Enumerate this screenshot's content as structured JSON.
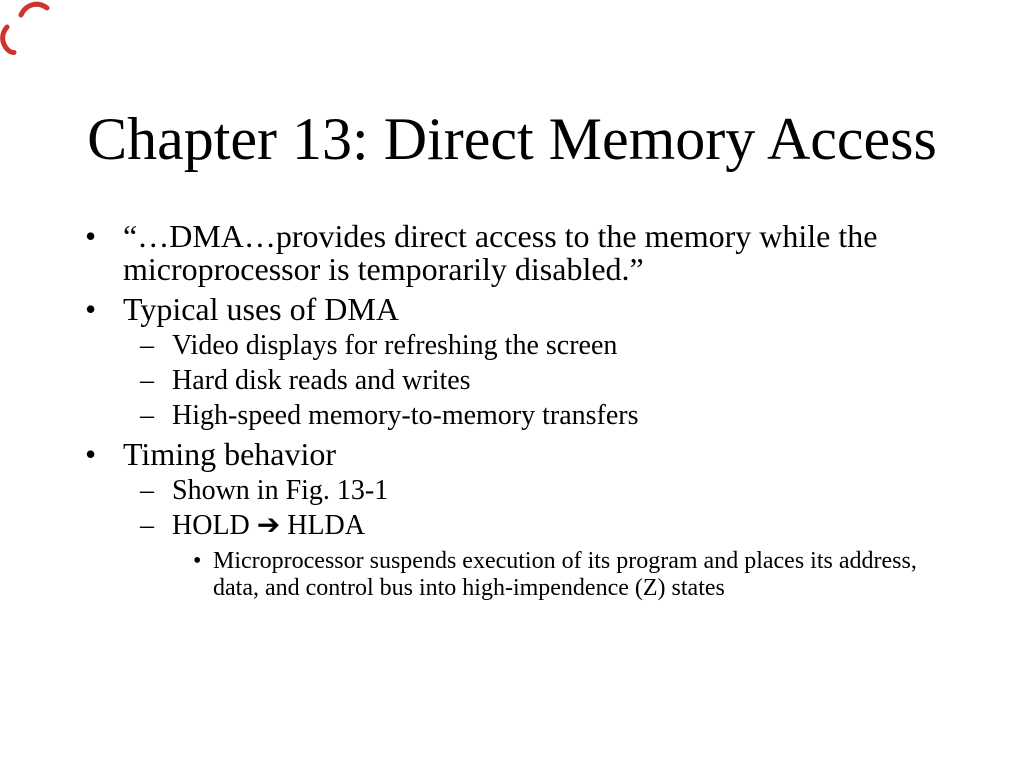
{
  "slide": {
    "background": "#ffffff",
    "text_color": "#000000",
    "watermark_color": "#d2322d",
    "title": "Chapter 13: Direct Memory Access",
    "bullets": [
      {
        "level": 1,
        "marker": "•",
        "text": "“…DMA…provides direct access to the memory while the microprocessor is temporarily disabled.”"
      },
      {
        "level": 1,
        "marker": "•",
        "text": "Typical uses of DMA"
      },
      {
        "level": 2,
        "marker": "–",
        "text": "Video displays for refreshing the screen"
      },
      {
        "level": 2,
        "marker": "–",
        "text": "Hard disk reads and writes"
      },
      {
        "level": 2,
        "marker": "–",
        "text": "High-speed memory-to-memory transfers"
      },
      {
        "level": 1,
        "marker": "•",
        "text": "Timing behavior"
      },
      {
        "level": 2,
        "marker": "–",
        "text": "Shown in Fig. 13-1"
      },
      {
        "level": 2,
        "marker": "–",
        "text": "HOLD ➔ HLDA"
      },
      {
        "level": 3,
        "marker": "•",
        "text": "Microprocessor suspends execution of its program and places its address, data, and control bus into high-impendence (Z) states"
      }
    ]
  }
}
